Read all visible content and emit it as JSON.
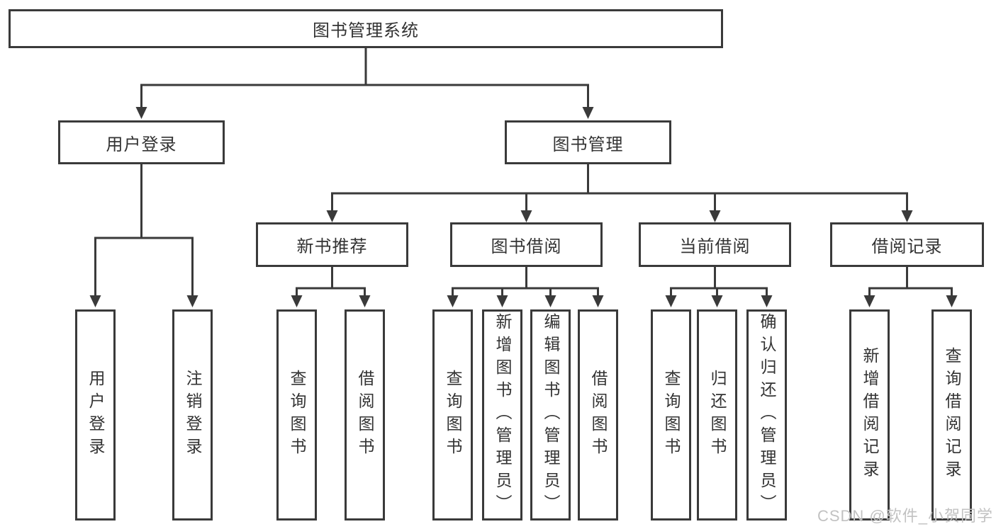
{
  "diagram": {
    "root": {
      "label": "图书管理系统"
    },
    "level1": [
      {
        "label": "用户登录"
      },
      {
        "label": "图书管理"
      }
    ],
    "level2": [
      {
        "label": "新书推荐",
        "parent": "图书管理"
      },
      {
        "label": "图书借阅",
        "parent": "图书管理"
      },
      {
        "label": "当前借阅",
        "parent": "图书管理"
      },
      {
        "label": "借阅记录",
        "parent": "图书管理"
      }
    ],
    "leaves": [
      {
        "label": "用户登录",
        "parent": "用户登录"
      },
      {
        "label": "注销登录",
        "parent": "用户登录"
      },
      {
        "label": "查询图书",
        "parent": "新书推荐"
      },
      {
        "label": "借阅图书",
        "parent": "新书推荐"
      },
      {
        "label": "查询图书",
        "parent": "图书借阅"
      },
      {
        "label": "新增图书（管理员）",
        "parent": "图书借阅"
      },
      {
        "label": "编辑图书（管理员）",
        "parent": "图书借阅"
      },
      {
        "label": "借阅图书",
        "parent": "图书借阅"
      },
      {
        "label": "查询图书",
        "parent": "当前借阅"
      },
      {
        "label": "归还图书",
        "parent": "当前借阅"
      },
      {
        "label": "确认归还（管理员）",
        "parent": "当前借阅"
      },
      {
        "label": "新增借阅记录",
        "parent": "借阅记录"
      },
      {
        "label": "查询借阅记录",
        "parent": "借阅记录"
      }
    ]
  },
  "watermark": {
    "text": "CSDN @软件_小贺同学"
  },
  "colors": {
    "line": "#3a3a3a",
    "text": "#333333",
    "watermark_text": "#c2c2c2",
    "background": "#ffffff"
  }
}
